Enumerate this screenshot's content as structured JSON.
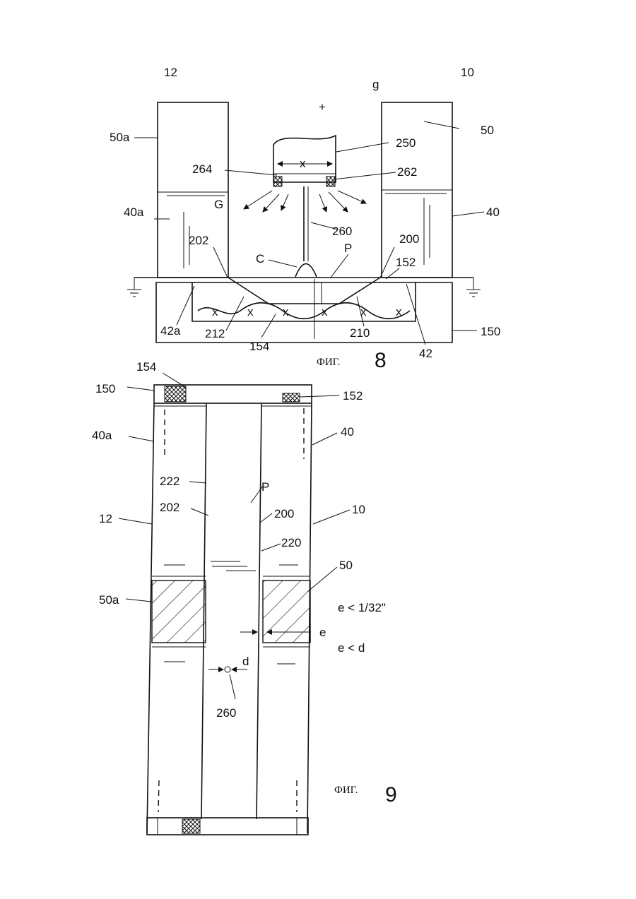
{
  "fig8": {
    "caption": "ФИГ.",
    "number": "8",
    "labels": {
      "l12": "12",
      "l10": "10",
      "lg": "g",
      "plus": "+",
      "l50a": "50a",
      "l50": "50",
      "l250": "250",
      "lx": "x",
      "l264": "264",
      "l262": "262",
      "l40a": "40a",
      "lG": "G",
      "l40": "40",
      "l260": "260",
      "l202": "202",
      "l200": "200",
      "lC": "C",
      "lP": "P",
      "l152": "152",
      "l42a": "42a",
      "l212": "212",
      "l154": "154",
      "l210": "210",
      "l42": "42",
      "l150": "150"
    }
  },
  "fig9": {
    "caption": "ФИГ.",
    "number": "9",
    "labels": {
      "l154": "154",
      "l150": "150",
      "l152": "152",
      "l40a": "40a",
      "l40": "40",
      "l222": "222",
      "lP": "P",
      "l202": "202",
      "l200": "200",
      "l12": "12",
      "l10": "10",
      "l220": "220",
      "l50": "50",
      "l50a": "50a",
      "eq1": "e < 1/32\"",
      "le": "e",
      "eq2": "e < d",
      "ld": "d",
      "l260": "260"
    }
  }
}
